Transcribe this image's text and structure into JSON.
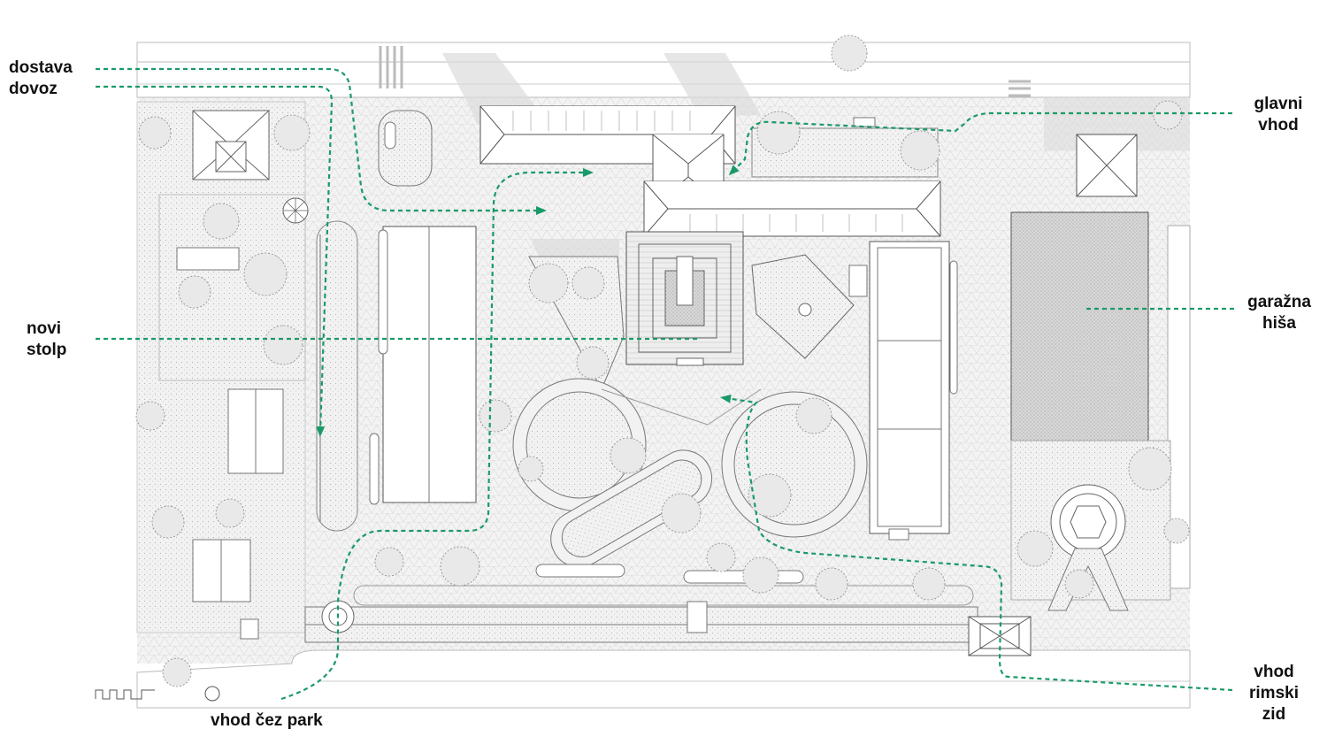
{
  "labels": {
    "dostava": "dostava",
    "dovoz": "dovoz",
    "glavni": "glavni",
    "vhod_main": "vhod",
    "novi": "novi",
    "stolp": "stolp",
    "garazna": "garažna",
    "hisa": "hiša",
    "vhod_park": "vhod čez park",
    "vhod_rimski": "vhod",
    "rimski": "rimski",
    "zid": "zid"
  },
  "colors": {
    "route": "#1a9a68",
    "building_line": "#555555",
    "pavement": "#e6e6e6",
    "shadow": "#d9d9d9",
    "vegetation": "#9a9a9a",
    "text": "#111111"
  },
  "icons": {
    "route_arrow": "arrow-head-icon",
    "tree": "tree-icon"
  }
}
